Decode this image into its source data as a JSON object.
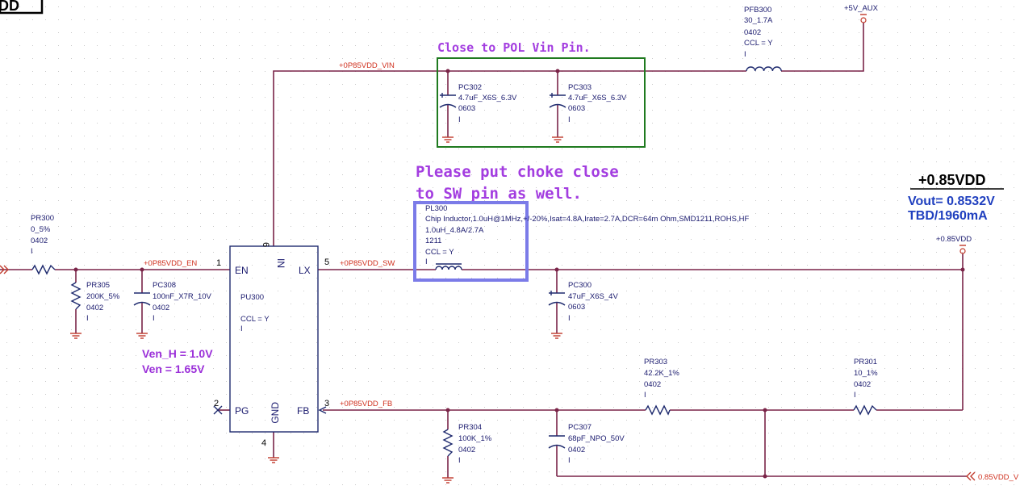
{
  "title_fragment": "DD",
  "notes": {
    "close_to_pol": "Close to POL Vin Pin.",
    "choke_line1": "Please put choke close",
    "choke_line2": "to SW pin as well.",
    "ven_h": "Ven_H = 1.0V",
    "ven": "Ven = 1.65V"
  },
  "output_info": {
    "rail": "+0.85VDD",
    "vout": "Vout= 0.8532V",
    "current": "TBD/1960mA"
  },
  "nets": {
    "vin": "+0P85VDD_VIN",
    "en": "+0P85VDD_EN",
    "sw": "+0P85VDD_SW",
    "fb": "+0P85VDD_FB",
    "aux": "+5V_AUX",
    "out": "+0.85VDD",
    "out_offpage": "0.85VDD_V"
  },
  "ic": {
    "ref": "PU300",
    "ccl": "CCL = Y",
    "mark": "I",
    "pins": {
      "en": {
        "name": "EN",
        "num": "1"
      },
      "in": {
        "name": "IN",
        "num": "6"
      },
      "lx": {
        "name": "LX",
        "num": "5"
      },
      "pg": {
        "name": "PG",
        "num": "2"
      },
      "gnd": {
        "name": "GND",
        "num": "4"
      },
      "fb": {
        "name": "FB",
        "num": "3"
      }
    }
  },
  "components": {
    "pfb300": {
      "ref": "PFB300",
      "value": "30_1.7A",
      "pkg": "0402",
      "ccl": "CCL = Y",
      "mark": "I"
    },
    "pc302": {
      "ref": "PC302",
      "value": "4.7uF_X6S_6.3V",
      "pkg": "0603",
      "mark": "I"
    },
    "pc303": {
      "ref": "PC303",
      "value": "4.7uF_X6S_6.3V",
      "pkg": "0603",
      "mark": "I"
    },
    "pl300": {
      "ref": "PL300",
      "desc": "Chip Inductor,1.0uH@1MHz,+/-20%,Isat=4.8A,Irate=2.7A,DCR=64m Ohm,SMD1211,ROHS,HF",
      "value": "1.0uH_4.8A/2.7A",
      "pkg": "1211",
      "ccl": "CCL = Y",
      "mark": "I"
    },
    "pr300": {
      "ref": "PR300",
      "value": "0_5%",
      "pkg": "0402",
      "mark": "I"
    },
    "pr305": {
      "ref": "PR305",
      "value": "200K_5%",
      "pkg": "0402",
      "mark": "I"
    },
    "pc308": {
      "ref": "PC308",
      "value": "100nF_X7R_10V",
      "pkg": "0402",
      "mark": "I"
    },
    "pc300": {
      "ref": "PC300",
      "value": "47uF_X6S_4V",
      "pkg": "0603",
      "mark": "I"
    },
    "pr303": {
      "ref": "PR303",
      "value": "42.2K_1%",
      "pkg": "0402",
      "mark": "I"
    },
    "pr301": {
      "ref": "PR301",
      "value": "10_1%",
      "pkg": "0402",
      "mark": "I"
    },
    "pr304": {
      "ref": "PR304",
      "value": "100K_1%",
      "pkg": "0402",
      "mark": "I"
    },
    "pc307": {
      "ref": "PC307",
      "value": "68pF_NPO_50V",
      "pkg": "0402",
      "mark": "I"
    }
  },
  "colors": {
    "wire": "#7a2448",
    "component": "#1e2a6e",
    "net_label": "#d0311f",
    "note": "#a33de0",
    "green_box": "#1f7a1f",
    "choke_box": "#7b7be8",
    "vout": "#1f3fbf"
  }
}
